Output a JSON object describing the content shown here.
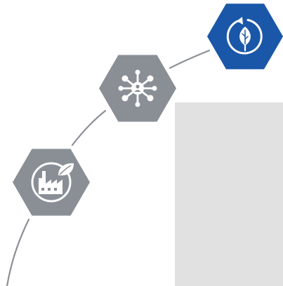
{
  "colors": {
    "background": "#ffffff",
    "path_line": "#8c9096",
    "node_inactive": "#8a8f96",
    "node_active": "#1a57a8",
    "icon_fill": "#ffffff",
    "panel": "#e1e1e1"
  },
  "steps": [
    {
      "icon": "factory-leaf-icon",
      "state": "inactive"
    },
    {
      "icon": "network-person-icon",
      "state": "inactive"
    },
    {
      "icon": "leaf-cycle-icon",
      "state": "active"
    }
  ],
  "panel": {
    "color": "#e1e1e1"
  }
}
